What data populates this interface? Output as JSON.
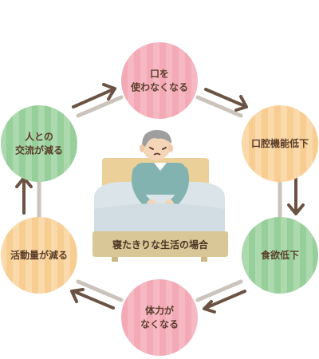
{
  "cycle_nodes": [
    {
      "id": "top",
      "lines": [
        "口を",
        "使わなくなる"
      ],
      "color": "#f2a2b0",
      "color_light": "#f7c3cc"
    },
    {
      "id": "right-top",
      "lines": [
        "口腔機能低下"
      ],
      "color": "#f7c98c",
      "color_light": "#fbdcaf"
    },
    {
      "id": "right-bottom",
      "lines": [
        "食欲低下"
      ],
      "color": "#93cd96",
      "color_light": "#b7debb"
    },
    {
      "id": "bottom",
      "lines": [
        "体力が",
        "なくなる"
      ],
      "color": "#f2a2b0",
      "color_light": "#f7c3cc"
    },
    {
      "id": "left-bottom",
      "lines": [
        "活動量が減る"
      ],
      "color": "#f7c98c",
      "color_light": "#fbdcaf"
    },
    {
      "id": "left-top",
      "lines": [
        "人との",
        "交流が減る"
      ],
      "color": "#93cd96",
      "color_light": "#b7debb"
    }
  ],
  "center": {
    "caption": "寝たきりな生活の場合",
    "icon": "elderly-person-in-bed"
  },
  "colors": {
    "text": "#5a3e2b",
    "connector": "#c9c2bb",
    "arrow": "#6b5344",
    "bed_frame": "#e8c98e",
    "blanket": "#d8e3e7",
    "caption_panel": "#d8c494",
    "shirt": "#7fb1ae",
    "skin": "#f4d5b8",
    "hair": "#9c9c9c"
  }
}
